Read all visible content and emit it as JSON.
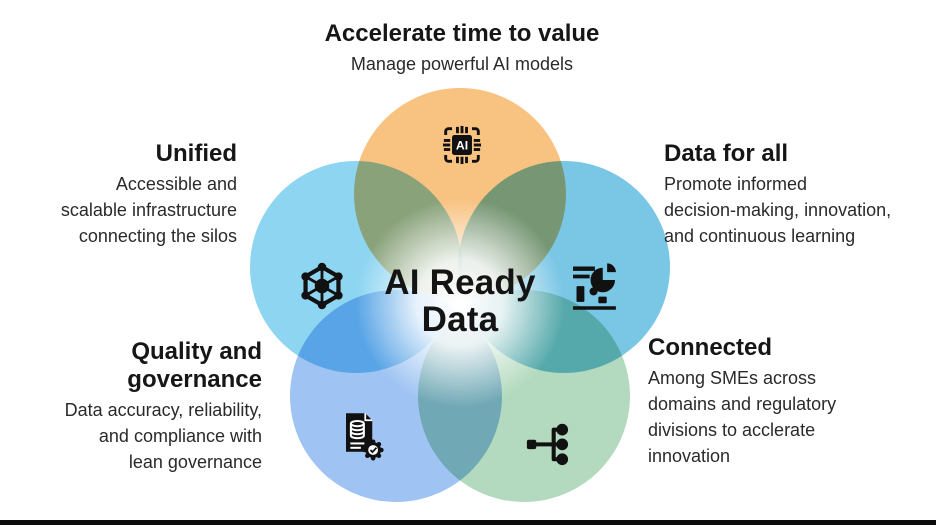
{
  "page": {
    "background": "#ffffff",
    "footer_rule_color": "#0c0c0c"
  },
  "center_label": {
    "line1": "AI Ready",
    "line2": "Data"
  },
  "icons": {
    "ai_chip_label": "AI",
    "glyph_color": "#111111"
  },
  "sections": {
    "top": {
      "title": "Accelerate time to value",
      "description_lines": [
        "Manage powerful AI models"
      ],
      "icon": "ai-chip-icon",
      "circle_color": "#F7BA6F"
    },
    "left": {
      "title": "Unified",
      "description_lines": [
        "Accessible and",
        "scalable infrastructure",
        "connecting the silos"
      ],
      "icon": "hub-network-icon",
      "circle_color": "#7DD0F0"
    },
    "right": {
      "title": "Data for all",
      "description_lines": [
        "Promote informed",
        "decision-making, innovation,",
        "and continuous learning"
      ],
      "icon": "data-report-icon",
      "circle_color": "#68BEE2"
    },
    "bottom_left": {
      "title_lines": [
        "Quality and",
        "governance"
      ],
      "description_lines": [
        "Data accuracy, reliability,",
        "and compliance with",
        "lean governance"
      ],
      "icon": "data-governance-doc-icon",
      "circle_color": "#92BCF2"
    },
    "bottom_right": {
      "title": "Connected",
      "description_lines": [
        "Among SMEs across",
        "domains and regulatory",
        "divisions to acclerate",
        "innovation"
      ],
      "icon": "branch-network-icon",
      "circle_color": "#A9D5B5"
    }
  }
}
